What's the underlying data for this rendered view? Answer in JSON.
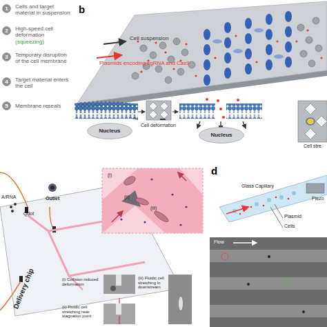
{
  "diagram": {
    "nodes": [
      {
        "text": [
          "1"
        ]
      },
      {
        "text": [
          "2"
        ]
      },
      {
        "text": [
          "3"
        ]
      },
      {
        "text": [
          "4"
        ]
      },
      {
        "text": [
          "5"
        ]
      },
      {
        "text": [
          "Nucleus"
        ]
      },
      {
        "text": [
          "Nucleus"
        ]
      }
    ],
    "labels": [
      "Cells and target material in suspension",
      "High-speed cell deformation",
      "(squeezing)",
      "Temporary disruption of the cell membrane",
      "Target material enters the cell",
      "Membrane reseals",
      "b",
      "Cell suspension",
      "Plasmids encoding sgRNA and Cas9",
      "Cell deformation",
      "Cell stre",
      "A/RNA",
      "Qdot",
      "Outlet",
      "Delivery chip",
      "(i)",
      "(ii)",
      "(iii)",
      "(i) Collision induced deformation",
      "(ii) Fluidic cell stretching near stagnation point",
      "(iii) Fluidic cell stretching in downstream",
      "d",
      "Glass Capillary",
      "Piezo",
      "Plasmid",
      "Cells",
      "Flow"
    ]
  }
}
